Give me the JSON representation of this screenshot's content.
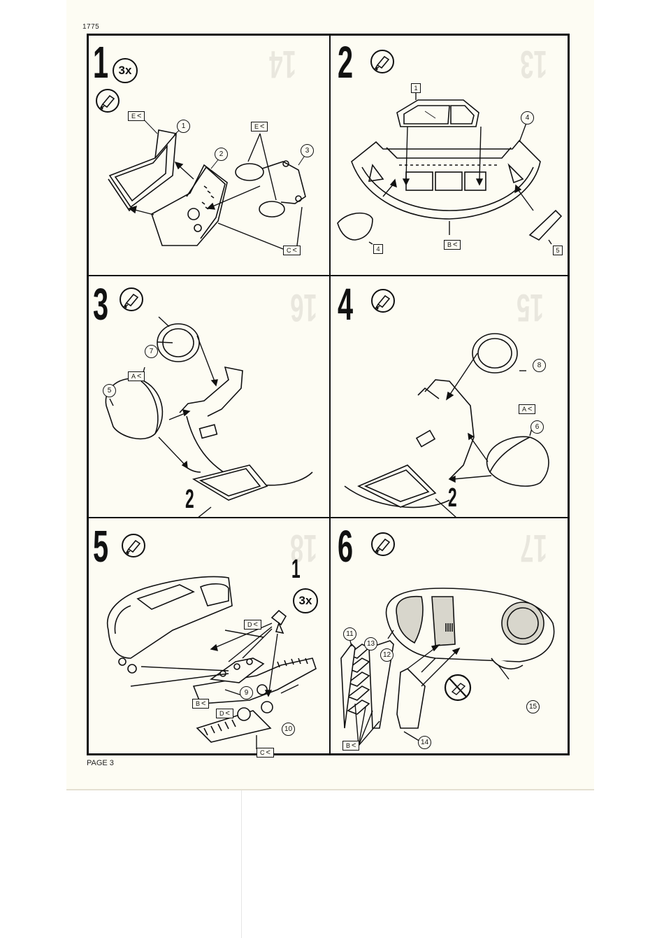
{
  "document": {
    "number": "1775",
    "page_label": "PAGE 3"
  },
  "steps": [
    {
      "number": "1",
      "ghost_number": "14",
      "multiplier": "3x",
      "icons": [
        "glue-tube-icon"
      ],
      "part_callouts": [
        "1",
        "2",
        "3"
      ],
      "sprue_flags": [
        "E",
        "E",
        "C"
      ]
    },
    {
      "number": "2",
      "ghost_number": "13",
      "icons": [
        "glue-tube-icon"
      ],
      "part_callouts": [
        "4"
      ],
      "square_labels": [
        "1",
        "4",
        "5"
      ],
      "sprue_flags": [
        "B"
      ]
    },
    {
      "number": "3",
      "ghost_number": "16",
      "icons": [
        "glue-tube-icon"
      ],
      "part_callouts": [
        "7",
        "5"
      ],
      "sprue_flags": [
        "A"
      ],
      "subassembly_ref": "2"
    },
    {
      "number": "4",
      "ghost_number": "15",
      "icons": [
        "glue-tube-icon"
      ],
      "part_callouts": [
        "8",
        "6"
      ],
      "sprue_flags": [
        "A"
      ],
      "subassembly_ref": "2"
    },
    {
      "number": "5",
      "ghost_number": "18",
      "icons": [
        "glue-tube-icon"
      ],
      "subassembly_ref": "1",
      "multiplier": "3x",
      "part_callouts": [
        "9",
        "10"
      ],
      "sprue_flags": [
        "D",
        "B",
        "D",
        "C"
      ]
    },
    {
      "number": "6",
      "ghost_number": "17",
      "icons": [
        "glue-tube-icon",
        "no-glue-icon"
      ],
      "part_callouts": [
        "11",
        "13",
        "12",
        "15",
        "14"
      ],
      "sprue_flags": [
        "B"
      ]
    }
  ]
}
